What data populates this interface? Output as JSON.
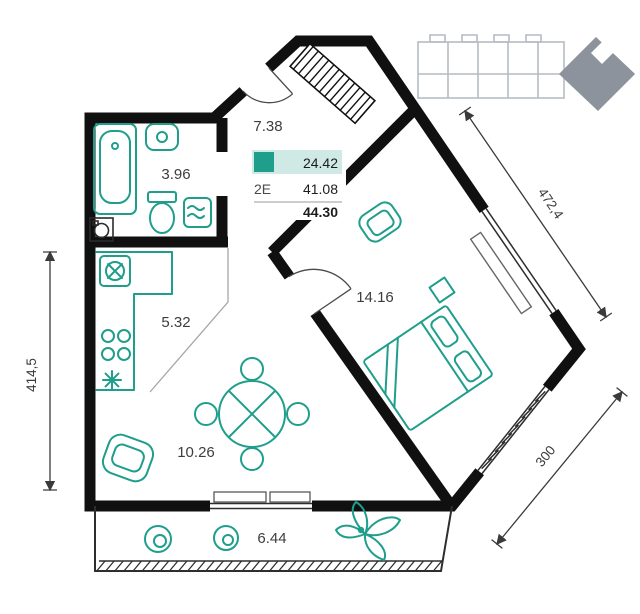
{
  "colors": {
    "accent_teal": "#1f9e8c",
    "accent_teal_light": "#cfe9e4",
    "wall_black": "#101010",
    "locator_gray": "#b6bcc4",
    "locator_unit_fill": "#8d939d",
    "label_text": "#3d3d3d"
  },
  "unit_card": {
    "type_label": "2Е",
    "values": [
      {
        "value": "24.42",
        "highlighted": true
      },
      {
        "value": "41.08",
        "highlighted": false
      },
      {
        "value": "44.30",
        "highlighted": false
      }
    ]
  },
  "rooms": [
    {
      "id": "entrance-hall",
      "area": "7.38"
    },
    {
      "id": "bathroom",
      "area": "3.96"
    },
    {
      "id": "kitchen",
      "area": "5.32"
    },
    {
      "id": "bedroom",
      "area": "14.16"
    },
    {
      "id": "living-room",
      "area": "10.26"
    },
    {
      "id": "balcony",
      "area": "6.44"
    }
  ],
  "dimensions": {
    "left_wall": "414,5",
    "right_diagonal_wall": "472,4",
    "bottom_right_wall": "300"
  }
}
